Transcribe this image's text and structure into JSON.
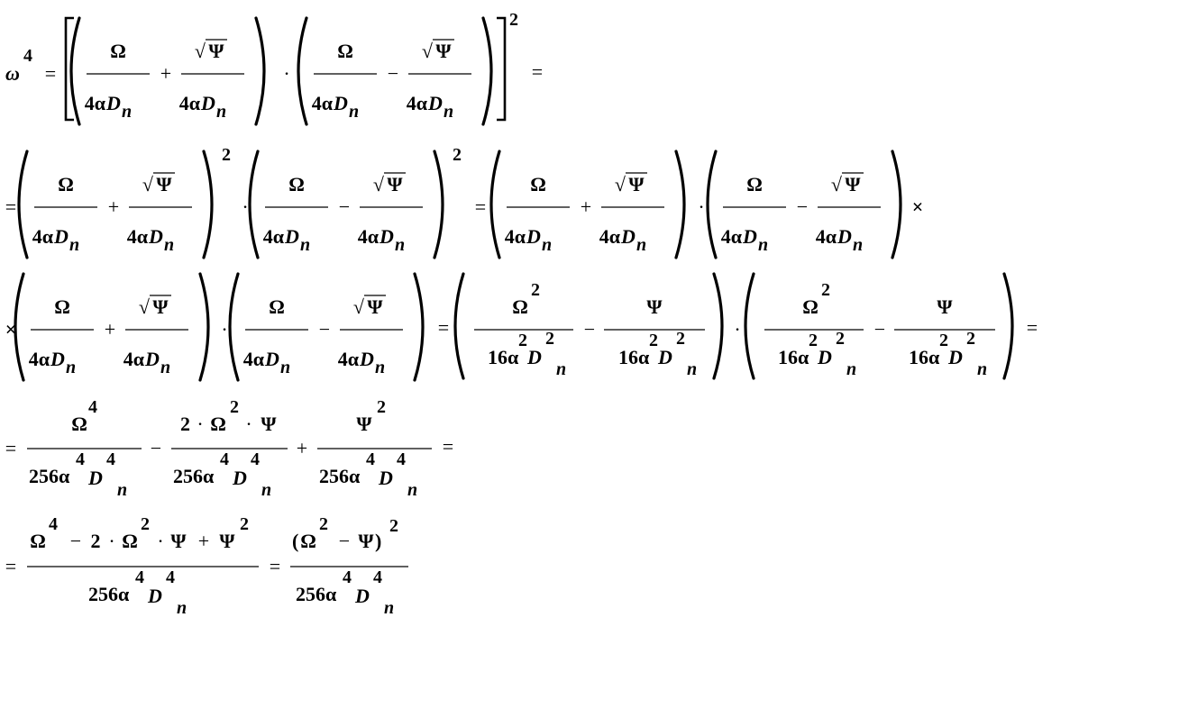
{
  "symbols": {
    "omega": "ω",
    "Omega": "Ω",
    "Psi": "Ψ",
    "alpha": "α",
    "D": "D",
    "n": "n",
    "sqrt": "√",
    "four": "4",
    "two": "2",
    "sixteen": "16",
    "twofiftysix": "256",
    "fouralpha": "4α",
    "sixteenalpha": "16α",
    "twofiftysixalpha": "256α"
  },
  "operators": {
    "equals": "=",
    "plus": "+",
    "minus": "−",
    "dot": "·",
    "times": "×",
    "lparen": "(",
    "rparen": ")"
  }
}
